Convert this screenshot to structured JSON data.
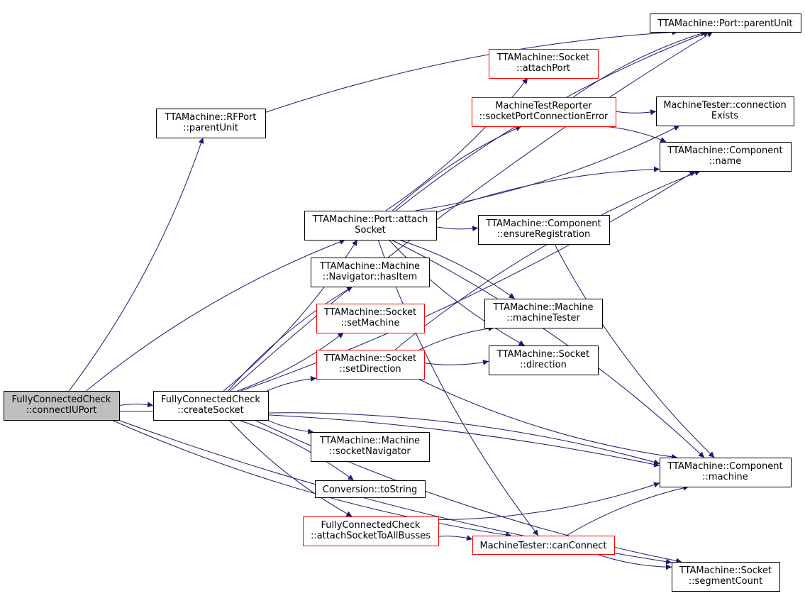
{
  "colors": {
    "edge": "#191970",
    "node_border": "#000000",
    "node_border_red": "#ff0000",
    "root_fill": "#bfbfbf",
    "background": "#ffffff"
  },
  "nodes": {
    "connectIUPort": {
      "line1": "FullyConnectedCheck",
      "line2": "::connectIUPort",
      "style": "root"
    },
    "createSocket": {
      "line1": "FullyConnectedCheck",
      "line2": "::createSocket",
      "style": "normal"
    },
    "rfportParentUnit": {
      "line1": "TTAMachine::RFPort",
      "line2": "::parentUnit",
      "style": "normal"
    },
    "portAttachSocket": {
      "line1": "TTAMachine::Port::attach",
      "line2": "Socket",
      "style": "normal"
    },
    "navigatorHasItem": {
      "line1": "TTAMachine::Machine",
      "line2": "::Navigator::hasItem",
      "style": "normal"
    },
    "socketSetMachine": {
      "line1": "TTAMachine::Socket",
      "line2": "::setMachine",
      "style": "red"
    },
    "socketSetDirection": {
      "line1": "TTAMachine::Socket",
      "line2": "::setDirection",
      "style": "red"
    },
    "machineSocketNavigator": {
      "line1": "TTAMachine::Machine",
      "line2": "::socketNavigator",
      "style": "normal"
    },
    "conversionToString": {
      "line1": "Conversion::toString",
      "line2": "",
      "style": "normal"
    },
    "attachSocketToAllBusses": {
      "line1": "FullyConnectedCheck",
      "line2": "::attachSocketToAllBusses",
      "style": "red"
    },
    "portParentUnit": {
      "line1": "TTAMachine::Port::parentUnit",
      "line2": "",
      "style": "normal"
    },
    "socketAttachPort": {
      "line1": "TTAMachine::Socket",
      "line2": "::attachPort",
      "style": "red"
    },
    "socketPortConnectionError": {
      "line1": "MachineTestReporter",
      "line2": "::socketPortConnectionError",
      "style": "red"
    },
    "connectionExists": {
      "line1": "MachineTester::connection",
      "line2": "Exists",
      "style": "normal"
    },
    "componentName": {
      "line1": "TTAMachine::Component",
      "line2": "::name",
      "style": "normal"
    },
    "ensureRegistration": {
      "line1": "TTAMachine::Component",
      "line2": "::ensureRegistration",
      "style": "normal"
    },
    "machineMachineTester": {
      "line1": "TTAMachine::Machine",
      "line2": "::machineTester",
      "style": "normal"
    },
    "socketDirection": {
      "line1": "TTAMachine::Socket",
      "line2": "::direction",
      "style": "normal"
    },
    "componentMachine": {
      "line1": "TTAMachine::Component",
      "line2": "::machine",
      "style": "normal"
    },
    "canConnect": {
      "line1": "MachineTester::canConnect",
      "line2": "",
      "style": "red"
    },
    "socketSegmentCount": {
      "line1": "TTAMachine::Socket",
      "line2": "::segmentCount",
      "style": "normal"
    }
  },
  "edges": [
    {
      "from": "connectIUPort",
      "to": "createSocket"
    },
    {
      "from": "connectIUPort",
      "to": "rfportParentUnit"
    },
    {
      "from": "connectIUPort",
      "to": "portAttachSocket"
    },
    {
      "from": "connectIUPort",
      "to": "canConnect"
    },
    {
      "from": "connectIUPort",
      "to": "componentMachine"
    },
    {
      "from": "connectIUPort",
      "to": "socketSegmentCount"
    },
    {
      "from": "rfportParentUnit",
      "to": "portParentUnit"
    },
    {
      "from": "createSocket",
      "to": "portAttachSocket"
    },
    {
      "from": "createSocket",
      "to": "navigatorHasItem"
    },
    {
      "from": "createSocket",
      "to": "socketSetMachine"
    },
    {
      "from": "createSocket",
      "to": "socketSetDirection"
    },
    {
      "from": "createSocket",
      "to": "machineSocketNavigator"
    },
    {
      "from": "createSocket",
      "to": "conversionToString"
    },
    {
      "from": "createSocket",
      "to": "attachSocketToAllBusses"
    },
    {
      "from": "createSocket",
      "to": "portParentUnit"
    },
    {
      "from": "createSocket",
      "to": "componentName"
    },
    {
      "from": "createSocket",
      "to": "componentMachine"
    },
    {
      "from": "createSocket",
      "to": "socketSegmentCount"
    },
    {
      "from": "portAttachSocket",
      "to": "portParentUnit"
    },
    {
      "from": "portAttachSocket",
      "to": "socketAttachPort"
    },
    {
      "from": "portAttachSocket",
      "to": "socketPortConnectionError"
    },
    {
      "from": "portAttachSocket",
      "to": "connectionExists"
    },
    {
      "from": "portAttachSocket",
      "to": "componentName"
    },
    {
      "from": "portAttachSocket",
      "to": "ensureRegistration"
    },
    {
      "from": "portAttachSocket",
      "to": "machineMachineTester"
    },
    {
      "from": "portAttachSocket",
      "to": "socketDirection"
    },
    {
      "from": "portAttachSocket",
      "to": "componentMachine"
    },
    {
      "from": "portAttachSocket",
      "to": "canConnect"
    },
    {
      "from": "socketPortConnectionError",
      "to": "portParentUnit"
    },
    {
      "from": "socketPortConnectionError",
      "to": "connectionExists"
    },
    {
      "from": "socketPortConnectionError",
      "to": "componentName"
    },
    {
      "from": "ensureRegistration",
      "to": "componentMachine"
    },
    {
      "from": "socketSetDirection",
      "to": "machineMachineTester"
    },
    {
      "from": "socketSetDirection",
      "to": "socketDirection"
    },
    {
      "from": "socketSetDirection",
      "to": "componentName"
    },
    {
      "from": "socketSetDirection",
      "to": "componentMachine"
    },
    {
      "from": "attachSocketToAllBusses",
      "to": "canConnect"
    },
    {
      "from": "attachSocketToAllBusses",
      "to": "componentMachine"
    },
    {
      "from": "canConnect",
      "to": "componentMachine"
    },
    {
      "from": "canConnect",
      "to": "socketSegmentCount"
    }
  ]
}
